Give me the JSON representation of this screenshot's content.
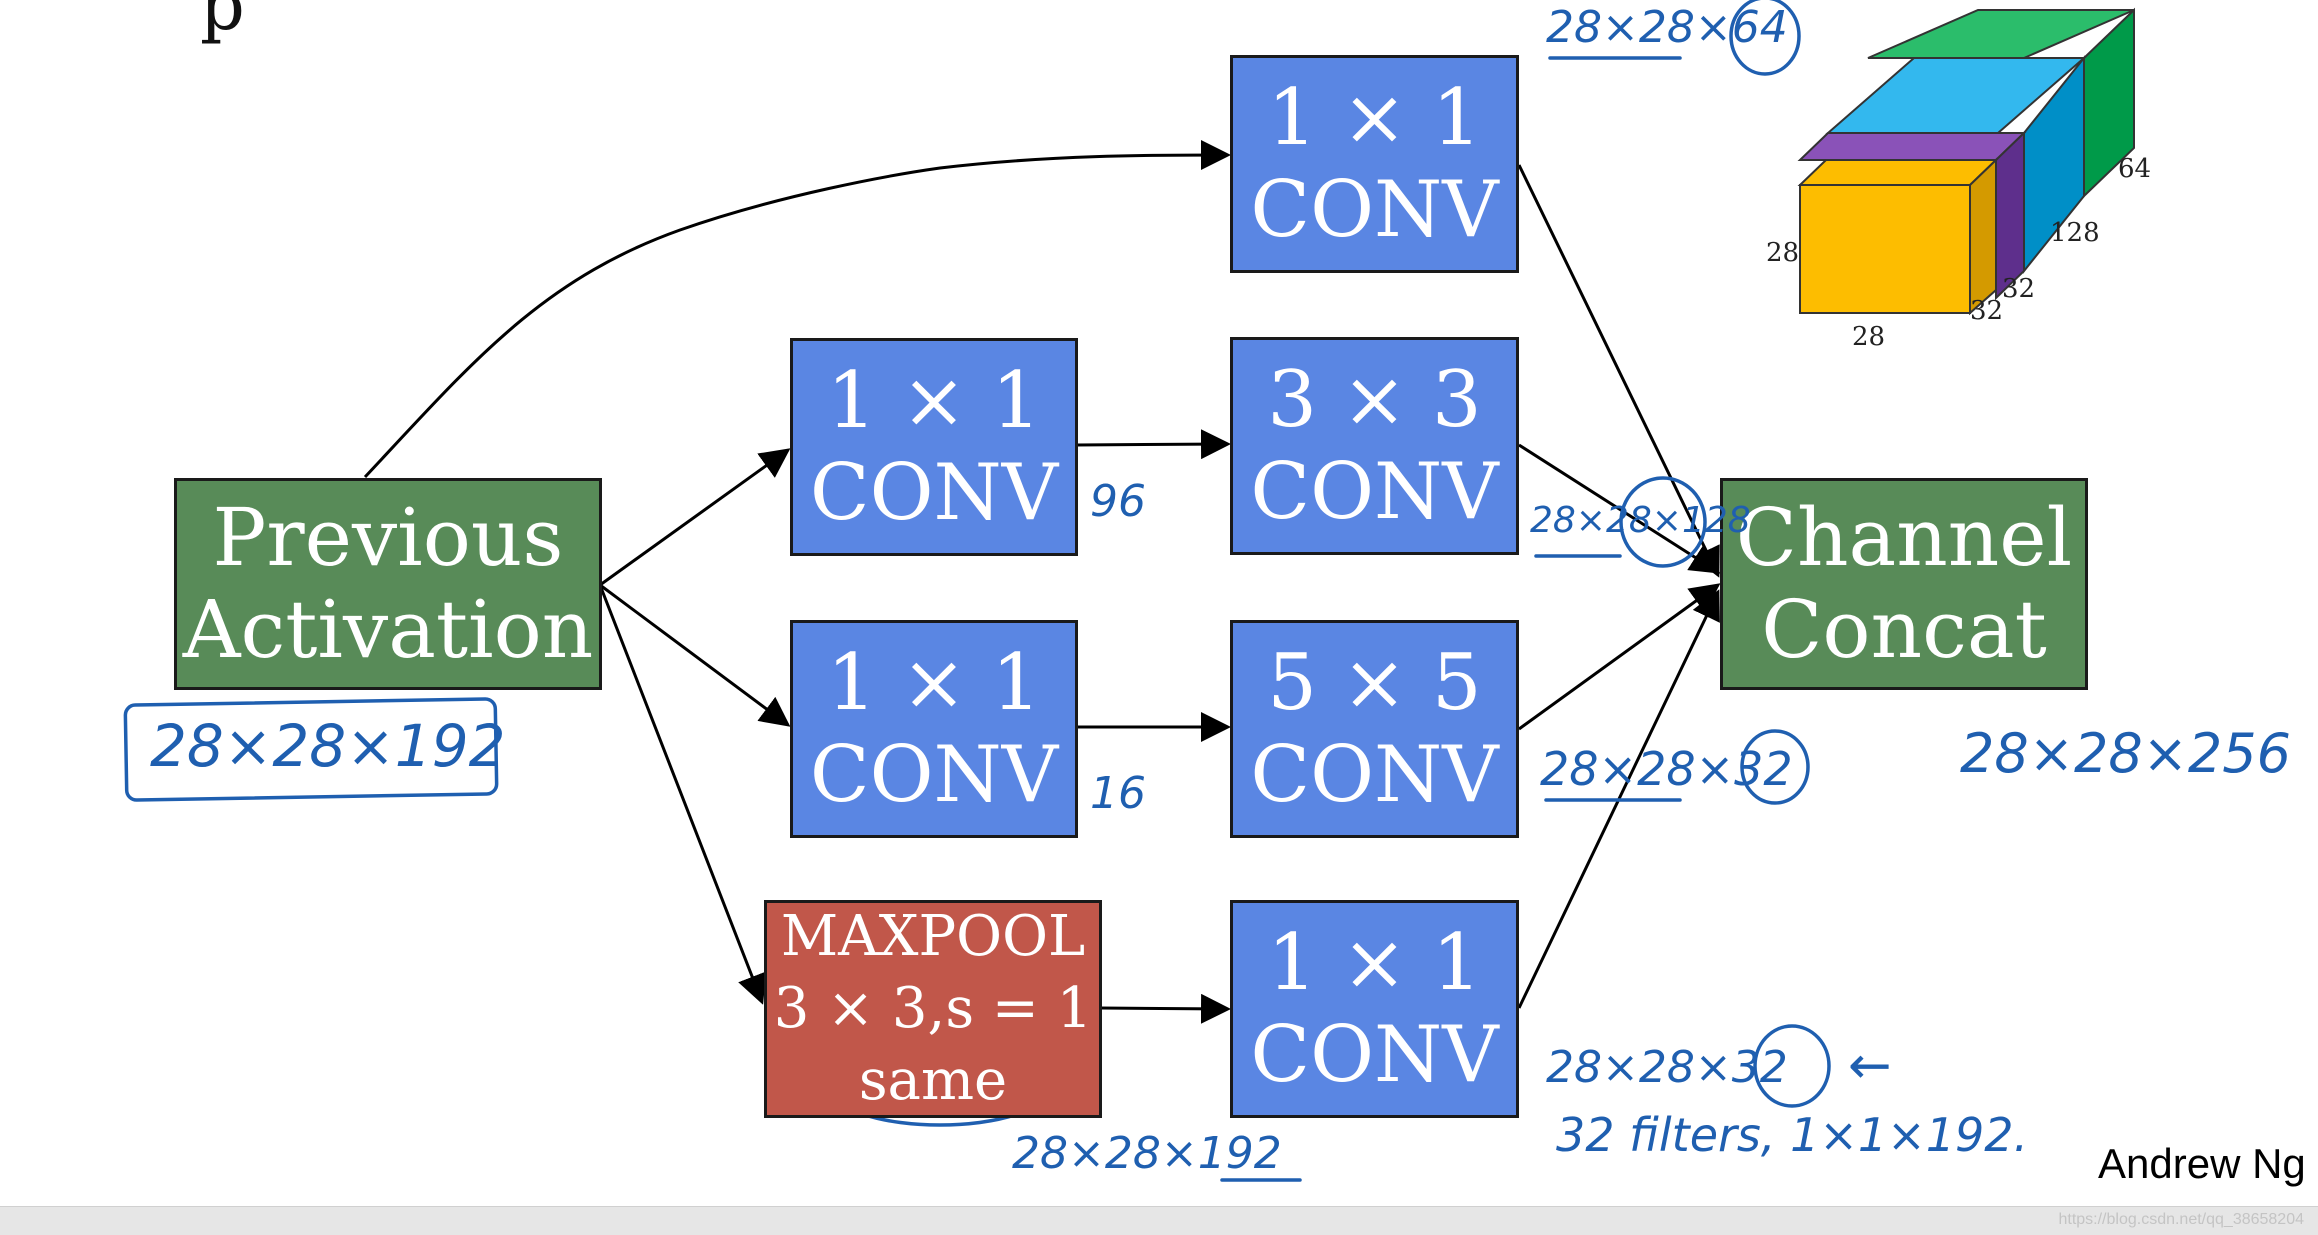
{
  "title_fragment": "p",
  "boxes": {
    "previous_activation": [
      "Previous",
      "Activation"
    ],
    "conv_1x1_top": [
      "1 × 1",
      "CONV"
    ],
    "conv_1x1_mid_a": [
      "1 × 1",
      "CONV"
    ],
    "conv_3x3": [
      "3 × 3",
      "CONV"
    ],
    "conv_1x1_mid_b": [
      "1 × 1",
      "CONV"
    ],
    "conv_5x5": [
      "5 × 5",
      "CONV"
    ],
    "maxpool": [
      "MAXPOOL",
      "3 × 3,s = 1",
      "same"
    ],
    "conv_1x1_bottom": [
      "1 × 1",
      "CONV"
    ],
    "channel_concat": [
      "Channel",
      "Concat"
    ]
  },
  "annotations": {
    "top_output": "28×28×64",
    "input_dims": "28×28×192",
    "mid_a_channels": "96",
    "conv3_output": "28×28×128",
    "mid_b_channels": "16",
    "conv5_output": "28×28×32",
    "concat_output": "28×28×256",
    "maxpool_output": "28×28×192",
    "bottom_output": "28×28×32",
    "bottom_arrow": "←",
    "filters_note": "32 filters, 1×1×192."
  },
  "cube": {
    "labels": [
      "64",
      "128",
      "32",
      "32",
      "28",
      "28"
    ],
    "colors": {
      "green": "#2bbd6b",
      "cyan": "#33b8ee",
      "purple": "#8a52b8",
      "yellow": "#fdbd00"
    }
  },
  "author": "Andrew Ng",
  "watermark": "https://blog.csdn.net/qq_38658204"
}
